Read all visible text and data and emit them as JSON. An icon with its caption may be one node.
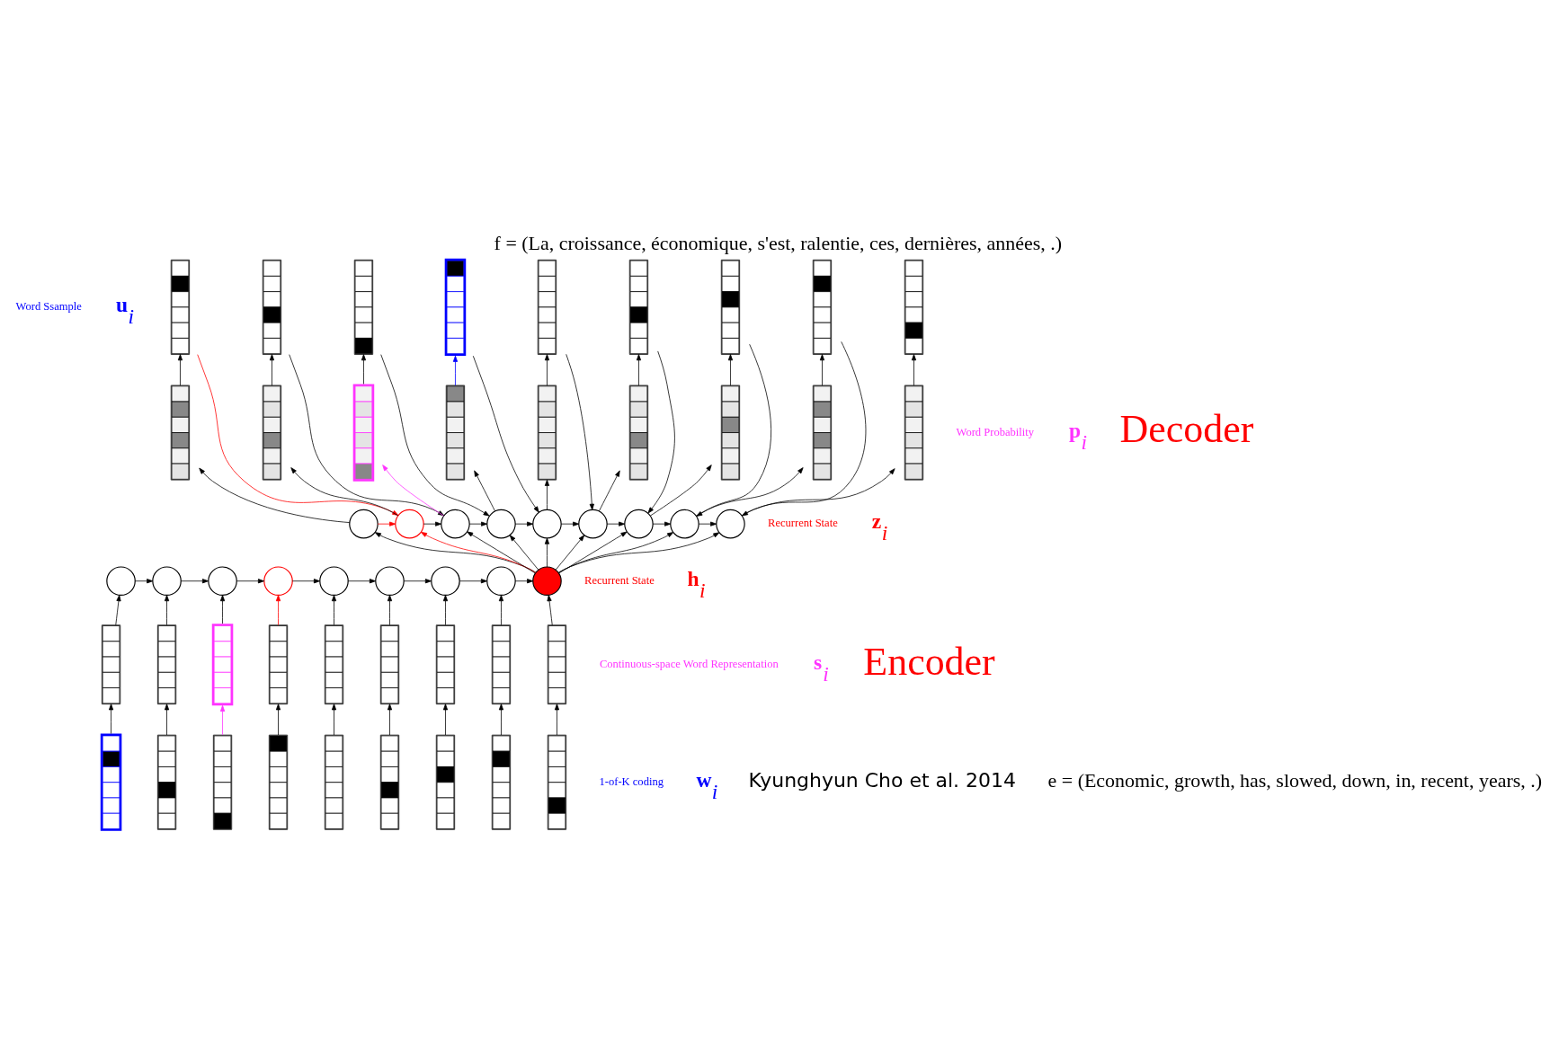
{
  "diagram": {
    "title": "f = (La, croissance, économique, s'est, ralentie, ces, dernières, années, .)",
    "nodes": [
      {
        "text": [],
        "shape": "bar"
      },
      {
        "text": [],
        "shape": "bar"
      },
      {
        "text": [],
        "shape": "bar"
      },
      {
        "text": [],
        "shape": "bar"
      },
      {
        "text": [],
        "shape": "bar"
      },
      {
        "text": [],
        "shape": "bar"
      },
      {
        "text": [],
        "shape": "bar"
      },
      {
        "text": [],
        "shape": "bar"
      },
      {
        "text": [],
        "shape": "bar"
      },
      {
        "text": [],
        "shape": "bar"
      },
      {
        "text": [],
        "shape": "bar"
      },
      {
        "text": [],
        "shape": "bar"
      },
      {
        "text": [],
        "shape": "bar"
      },
      {
        "text": [],
        "shape": "bar"
      },
      {
        "text": [],
        "shape": "bar"
      },
      {
        "text": [],
        "shape": "bar"
      },
      {
        "text": [],
        "shape": "bar"
      },
      {
        "text": [],
        "shape": "bar"
      },
      {
        "text": [],
        "shape": "circle"
      },
      {
        "text": [],
        "shape": "circle"
      },
      {
        "text": [],
        "shape": "circle"
      },
      {
        "text": [],
        "shape": "circle"
      },
      {
        "text": [],
        "shape": "circle"
      },
      {
        "text": [],
        "shape": "circle"
      },
      {
        "text": [],
        "shape": "circle"
      },
      {
        "text": [],
        "shape": "circle"
      },
      {
        "text": [],
        "shape": "circle"
      },
      {
        "text": [],
        "shape": "circle"
      },
      {
        "text": [],
        "shape": "circle"
      },
      {
        "text": [],
        "shape": "circle"
      },
      {
        "text": [],
        "shape": "circle"
      },
      {
        "text": [],
        "shape": "circle"
      },
      {
        "text": [],
        "shape": "circle"
      },
      {
        "text": [],
        "shape": "circle"
      },
      {
        "text": [],
        "shape": "circle"
      },
      {
        "text": [],
        "shape": "circle"
      },
      {
        "text": [],
        "shape": "bar"
      },
      {
        "text": [],
        "shape": "bar"
      },
      {
        "text": [],
        "shape": "bar"
      },
      {
        "text": [],
        "shape": "bar"
      },
      {
        "text": [],
        "shape": "bar"
      },
      {
        "text": [],
        "shape": "bar"
      },
      {
        "text": [],
        "shape": "bar"
      },
      {
        "text": [],
        "shape": "bar"
      },
      {
        "text": [],
        "shape": "bar"
      },
      {
        "text": [],
        "shape": "bar"
      },
      {
        "text": [],
        "shape": "bar"
      },
      {
        "text": [],
        "shape": "bar"
      },
      {
        "text": [],
        "shape": "bar"
      },
      {
        "text": [],
        "shape": "bar"
      },
      {
        "text": [],
        "shape": "bar"
      },
      {
        "text": [],
        "shape": "bar"
      },
      {
        "text": [],
        "shape": "bar"
      },
      {
        "text": [],
        "shape": "bar"
      }
    ],
    "edges": [
      {
        "from": 0,
        "to": 19,
        "arrow": "to",
        "color": "#ff0000"
      },
      {
        "from": 1,
        "to": 20,
        "arrow": "to"
      },
      {
        "from": 2,
        "to": 21,
        "arrow": "to"
      },
      {
        "from": 3,
        "to": 22,
        "arrow": "to"
      },
      {
        "from": 4,
        "to": 23,
        "arrow": "to"
      },
      {
        "from": 5,
        "to": 24,
        "arrow": "to"
      },
      {
        "from": 6,
        "to": 25,
        "arrow": "to"
      },
      {
        "from": 7,
        "to": 26,
        "arrow": "to"
      },
      {
        "from": 9,
        "to": 0,
        "arrow": "to"
      },
      {
        "from": 10,
        "to": 1,
        "arrow": "to"
      },
      {
        "from": 11,
        "to": 2,
        "arrow": "to"
      },
      {
        "from": 12,
        "to": 3,
        "arrow": "to",
        "color": "#0000ff"
      },
      {
        "from": 13,
        "to": 4,
        "arrow": "to"
      },
      {
        "from": 14,
        "to": 5,
        "arrow": "to"
      },
      {
        "from": 15,
        "to": 6,
        "arrow": "to"
      },
      {
        "from": 16,
        "to": 7,
        "arrow": "to"
      },
      {
        "from": 17,
        "to": 8,
        "arrow": "to"
      },
      {
        "from": 18,
        "to": 9,
        "arrow": "to"
      },
      {
        "from": 19,
        "to": 10,
        "arrow": "to"
      },
      {
        "from": 20,
        "to": 11,
        "arrow": "to",
        "color": "#ff33ff"
      },
      {
        "from": 21,
        "to": 12,
        "arrow": "to"
      },
      {
        "from": 22,
        "to": 13,
        "arrow": "to"
      },
      {
        "from": 23,
        "to": 14,
        "arrow": "to"
      },
      {
        "from": 24,
        "to": 15,
        "arrow": "to"
      },
      {
        "from": 25,
        "to": 16,
        "arrow": "to"
      },
      {
        "from": 26,
        "to": 17,
        "arrow": "to"
      },
      {
        "from": 18,
        "to": 19,
        "arrow": "to",
        "color": "#ff0000"
      },
      {
        "from": 19,
        "to": 20,
        "arrow": "to"
      },
      {
        "from": 20,
        "to": 21,
        "arrow": "to"
      },
      {
        "from": 21,
        "to": 22,
        "arrow": "to"
      },
      {
        "from": 22,
        "to": 23,
        "arrow": "to"
      },
      {
        "from": 23,
        "to": 24,
        "arrow": "to"
      },
      {
        "from": 24,
        "to": 25,
        "arrow": "to"
      },
      {
        "from": 25,
        "to": 26,
        "arrow": "to"
      },
      {
        "from": 35,
        "to": 18,
        "arrow": "to"
      },
      {
        "from": 35,
        "to": 19,
        "arrow": "to",
        "color": "#ff0000"
      },
      {
        "from": 35,
        "to": 20,
        "arrow": "to"
      },
      {
        "from": 35,
        "to": 21,
        "arrow": "to"
      },
      {
        "from": 35,
        "to": 22,
        "arrow": "to"
      },
      {
        "from": 35,
        "to": 23,
        "arrow": "to"
      },
      {
        "from": 35,
        "to": 24,
        "arrow": "to"
      },
      {
        "from": 35,
        "to": 25,
        "arrow": "to"
      },
      {
        "from": 35,
        "to": 26,
        "arrow": "to"
      },
      {
        "from": 27,
        "to": 28,
        "arrow": "to"
      },
      {
        "from": 28,
        "to": 29,
        "arrow": "to"
      },
      {
        "from": 29,
        "to": 30,
        "arrow": "to"
      },
      {
        "from": 30,
        "to": 31,
        "arrow": "to"
      },
      {
        "from": 31,
        "to": 32,
        "arrow": "to"
      },
      {
        "from": 32,
        "to": 33,
        "arrow": "to"
      },
      {
        "from": 33,
        "to": 34,
        "arrow": "to"
      },
      {
        "from": 34,
        "to": 35,
        "arrow": "to"
      },
      {
        "from": 36,
        "to": 27,
        "arrow": "to"
      },
      {
        "from": 37,
        "to": 28,
        "arrow": "to"
      },
      {
        "from": 38,
        "to": 29,
        "arrow": "to"
      },
      {
        "from": 39,
        "to": 30,
        "arrow": "to",
        "color": "#ff0000"
      },
      {
        "from": 40,
        "to": 31,
        "arrow": "to"
      },
      {
        "from": 41,
        "to": 32,
        "arrow": "to"
      },
      {
        "from": 42,
        "to": 33,
        "arrow": "to"
      },
      {
        "from": 43,
        "to": 34,
        "arrow": "to"
      },
      {
        "from": 44,
        "to": 35,
        "arrow": "to"
      },
      {
        "from": 45,
        "to": 36,
        "arrow": "to"
      },
      {
        "from": 46,
        "to": 37,
        "arrow": "to"
      },
      {
        "from": 47,
        "to": 38,
        "arrow": "to",
        "color": "#ff33ff"
      },
      {
        "from": 48,
        "to": 39,
        "arrow": "to"
      },
      {
        "from": 49,
        "to": 40,
        "arrow": "to"
      },
      {
        "from": 50,
        "to": 41,
        "arrow": "to"
      },
      {
        "from": 51,
        "to": 42,
        "arrow": "to"
      },
      {
        "from": 52,
        "to": 43,
        "arrow": "to"
      },
      {
        "from": 53,
        "to": 44,
        "arrow": "to"
      }
    ],
    "labels": [
      "Word Ssample",
      "**u**$_{i}$",
      "Word Probability",
      "**p**$_{i}$",
      "Recurrent State",
      "**z**$_{i}$",
      "Decoder",
      "Recurrent State",
      "**h**$_{i}$",
      "Continuous-space Word Representation",
      "**s**$_{i}$",
      "Encoder",
      "1-of-K coding",
      "**w**$_{i}$",
      "Kyunghyun Cho et al. 2014",
      "e = (Economic, growth, has, slowed, down, in, recent, years, .)"
    ]
  }
}
